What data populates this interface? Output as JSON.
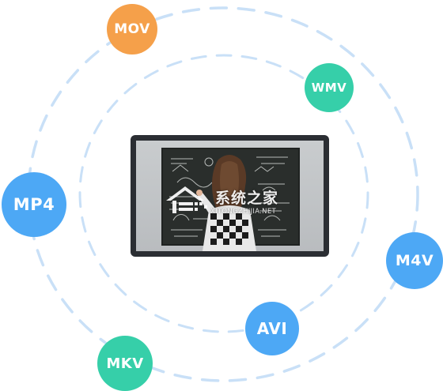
{
  "formats": {
    "mov": {
      "label": "MOV",
      "color": "#F5A04A"
    },
    "wmv": {
      "label": "WMV",
      "color": "#36CFA9"
    },
    "mp4": {
      "label": "MP4",
      "color": "#4DA8F5"
    },
    "m4v": {
      "label": "M4V",
      "color": "#4DA8F5"
    },
    "avi": {
      "label": "AVI",
      "color": "#4DA8F5"
    },
    "mkv": {
      "label": "MKV",
      "color": "#36CFA9"
    }
  },
  "ring_color": "#C9E0F7",
  "watermark": {
    "title": "系统之家",
    "subtitle": "XITONGZHIJIA.NET"
  },
  "preview": {
    "icon": "video-preview-image"
  }
}
